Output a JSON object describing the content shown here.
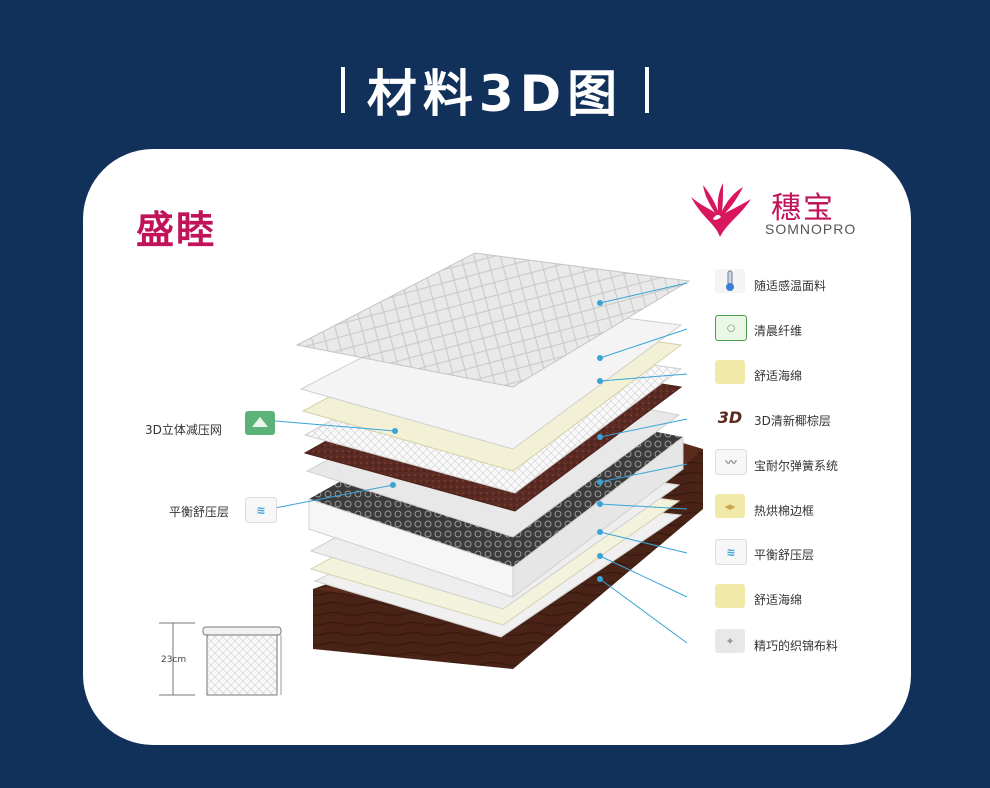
{
  "header": {
    "title": "材料3D图"
  },
  "card": {
    "model_name": "盛睦",
    "brand": {
      "name_cn": "穗宝",
      "name_en": "SOMNOPRO"
    }
  },
  "labels_right": [
    "随适感温面料",
    "清晨纤维",
    "舒适海绵",
    "3D清新椰棕层",
    "宝耐尔弹簧系统",
    "热烘棉边框",
    "平衡舒压层",
    "舒适海绵",
    "精巧的织锦布料"
  ],
  "labels_left": [
    "3D立体减压网",
    "平衡舒压层"
  ],
  "icons": {
    "r4": "3D"
  },
  "dimension": {
    "height_label": "23cm"
  },
  "colors": {
    "background": "#11305a",
    "brand": "#c0135a",
    "leader": "#3aa3d8"
  }
}
